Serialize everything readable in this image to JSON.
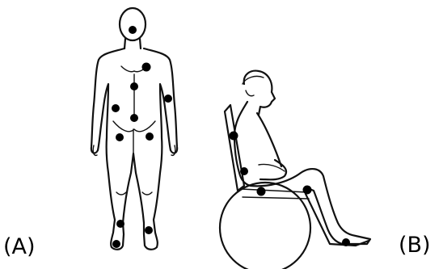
{
  "panels": [
    {
      "id": "A",
      "label": "(A)"
    },
    {
      "id": "B",
      "label": "(B)"
    }
  ]
}
